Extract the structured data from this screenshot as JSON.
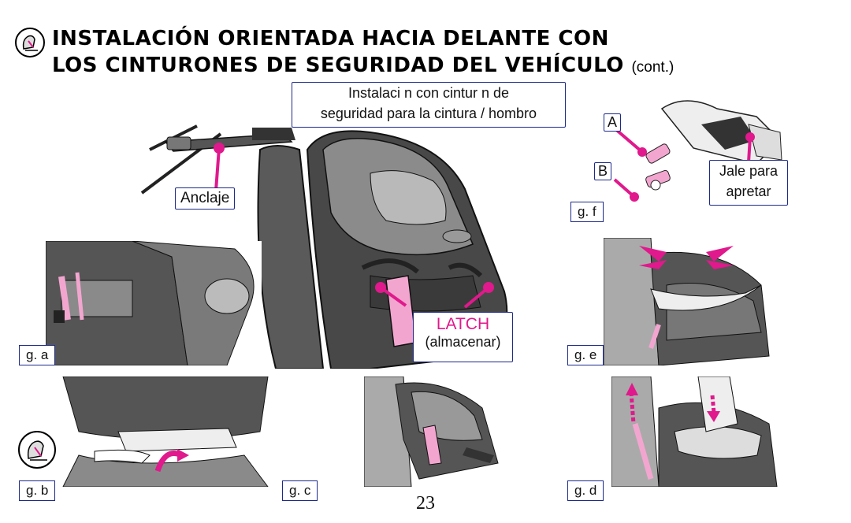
{
  "title": {
    "line1": "INSTALACIÓN ORIENTADA HACIA DELANTE CON",
    "line2": "LOS CINTURONES DE SEGURIDAD DEL VEHÍCULO",
    "cont": "(cont.)"
  },
  "callouts": {
    "main_box_line1": "Instalaci n con cintur n de",
    "main_box_line2": "seguridad para la cintura / hombro",
    "anclaje": "Anclaje",
    "latch": "LATCH",
    "almacenar": "(almacenar)",
    "pull_line1": "Jale para",
    "pull_line2": "apretar",
    "marker_a": "A",
    "marker_b": "B"
  },
  "figures": {
    "a": "g. a",
    "b": "g. b",
    "c": "g. c",
    "d": "g. d",
    "e": "g. e",
    "f": "g. f"
  },
  "page_number": "23",
  "colors": {
    "accent_pink": "#e0198c",
    "strap_pink": "#f2a6cf",
    "box_border": "#1d2a8a",
    "seat_dark": "#4a4a4a"
  },
  "icons": [
    "car-seat-forward-icon",
    "car-seat-small-icon"
  ]
}
